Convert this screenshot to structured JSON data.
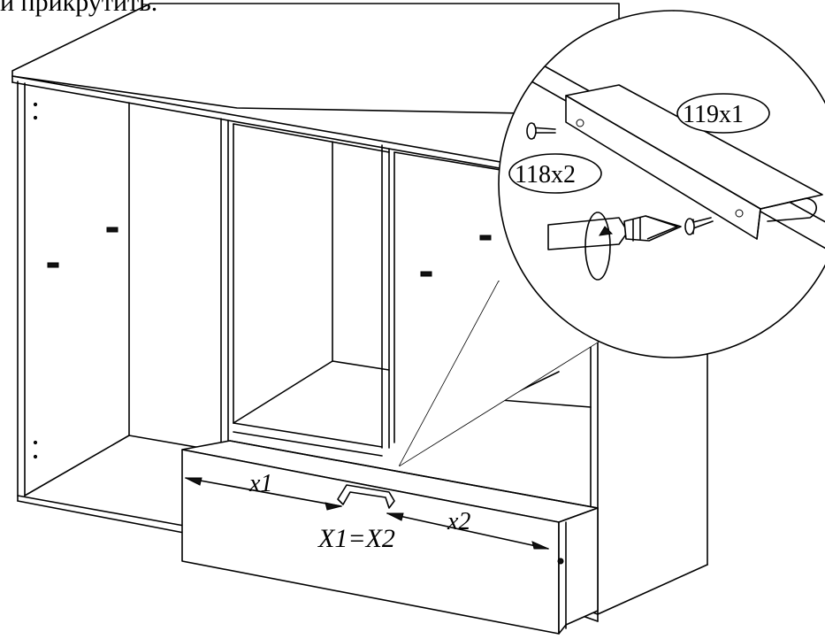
{
  "header": {
    "text": "и прикрутить."
  },
  "labels": {
    "part_119": "119x1",
    "part_118": "118x2",
    "dim_x1": "x1",
    "dim_x2": "x2",
    "equation": "X1=X2"
  }
}
